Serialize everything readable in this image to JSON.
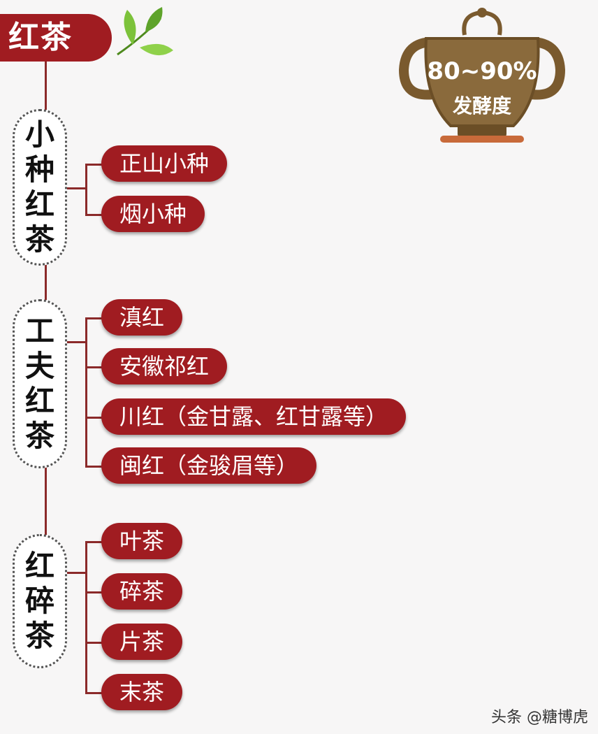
{
  "title": "红茶",
  "pot": {
    "percent": "80~90%",
    "label": "发酵度"
  },
  "groups": [
    {
      "label": "小种红茶",
      "items": [
        "正山小种",
        "烟小种"
      ]
    },
    {
      "label": "工夫红茶",
      "items": [
        "滇红",
        "安徽祁红",
        "川红（金甘露、红甘露等）",
        "闽红（金骏眉等）"
      ]
    },
    {
      "label": "红碎茶",
      "items": [
        "叶茶",
        "碎茶",
        "片茶",
        "末茶"
      ]
    }
  ],
  "watermark": "头条 @糖博虎",
  "colors": {
    "accent": "#a01c21",
    "pot": "#8a6a3c",
    "leaf": "#6aaa2c"
  }
}
